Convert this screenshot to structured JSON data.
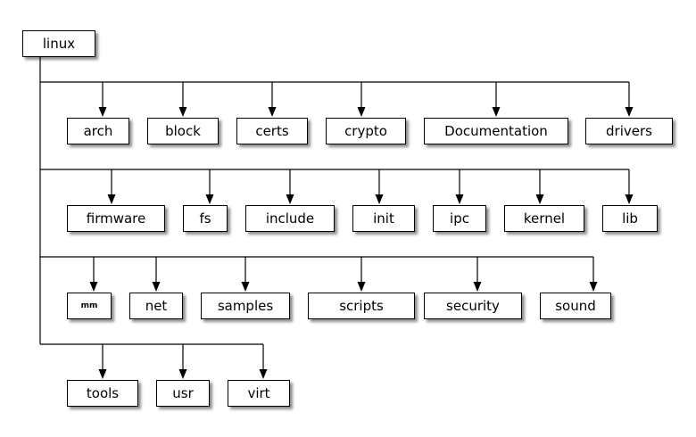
{
  "root": {
    "label": "linux"
  },
  "rows": [
    {
      "items": [
        {
          "id": "arch",
          "label": "arch"
        },
        {
          "id": "block",
          "label": "block"
        },
        {
          "id": "certs",
          "label": "certs"
        },
        {
          "id": "crypto",
          "label": "crypto"
        },
        {
          "id": "documentation",
          "label": "Documentation"
        },
        {
          "id": "drivers",
          "label": "drivers"
        }
      ]
    },
    {
      "items": [
        {
          "id": "firmware",
          "label": "firmware"
        },
        {
          "id": "fs",
          "label": "fs"
        },
        {
          "id": "include",
          "label": "include"
        },
        {
          "id": "init",
          "label": "init"
        },
        {
          "id": "ipc",
          "label": "ipc"
        },
        {
          "id": "kernel",
          "label": "kernel"
        },
        {
          "id": "lib",
          "label": "lib"
        }
      ]
    },
    {
      "items": [
        {
          "id": "mm",
          "label": "mm"
        },
        {
          "id": "net",
          "label": "net"
        },
        {
          "id": "samples",
          "label": "samples"
        },
        {
          "id": "scripts",
          "label": "scripts"
        },
        {
          "id": "security",
          "label": "security"
        },
        {
          "id": "sound",
          "label": "sound"
        }
      ]
    },
    {
      "items": [
        {
          "id": "tools",
          "label": "tools"
        },
        {
          "id": "usr",
          "label": "usr"
        },
        {
          "id": "virt",
          "label": "virt"
        }
      ]
    }
  ]
}
